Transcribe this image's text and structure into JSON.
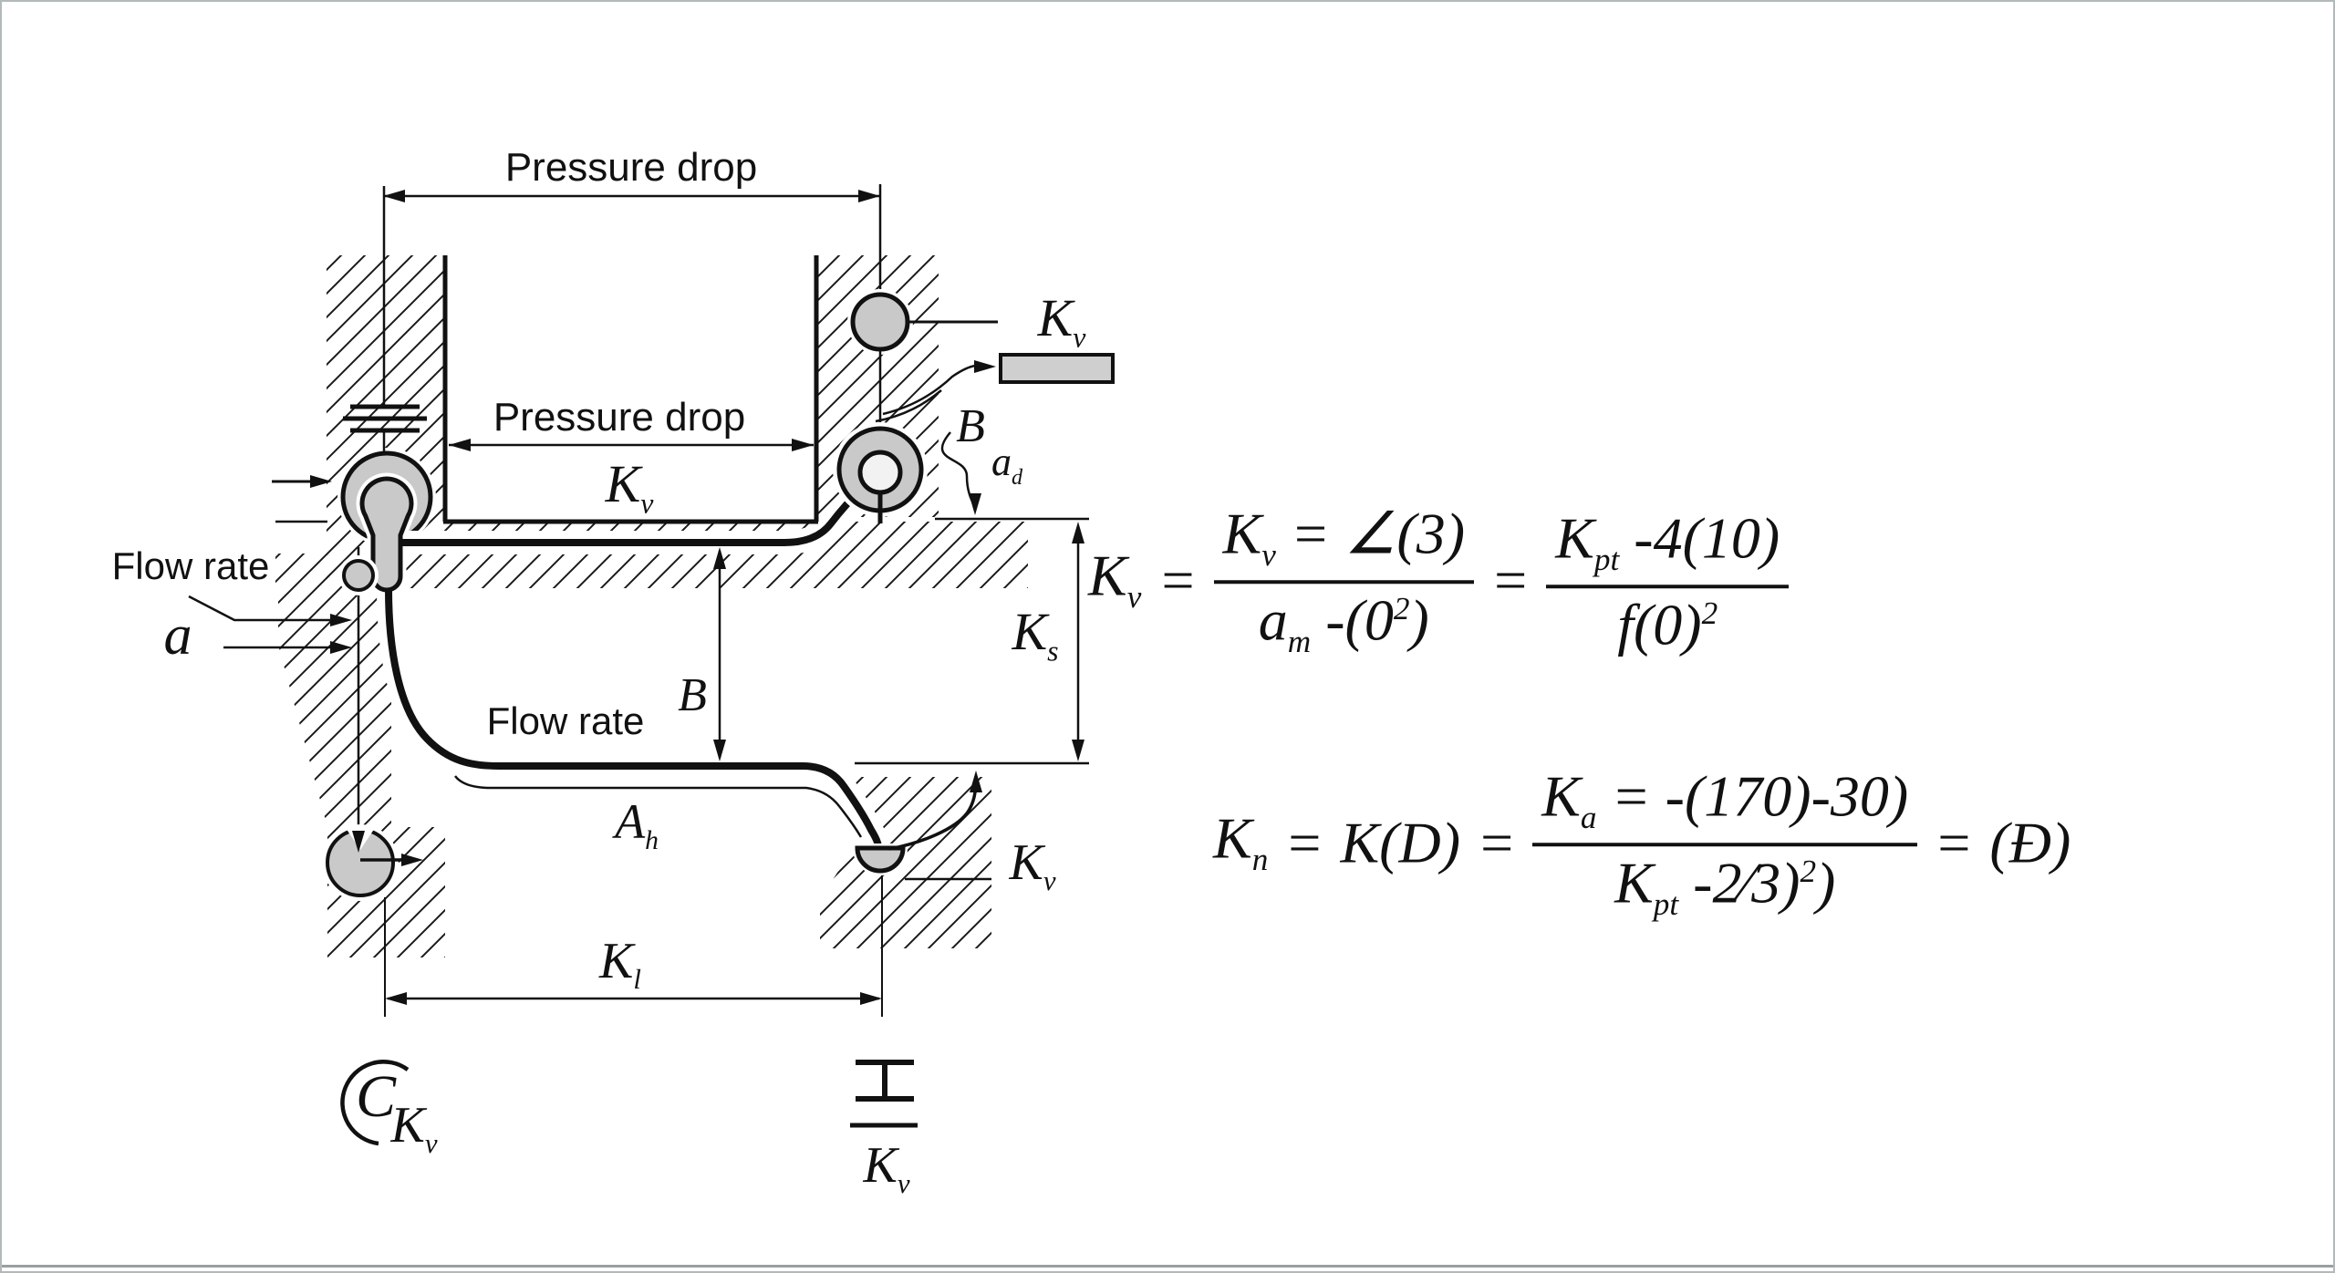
{
  "figure": {
    "type": "valve-cross-section-diagram",
    "colors": {
      "line": "#111111",
      "hatch": "#1a1a1a",
      "gray_fill": "#c9c9c9",
      "light_fill": "#f2f2f2",
      "background": "#ffffff",
      "frame": "#b3b8ba"
    },
    "labels": {
      "pressure_drop_top": "Pressure drop",
      "pressure_drop_mid": "Pressure drop",
      "kv_chamber": "K_v",
      "kv_topright": "K_v",
      "b_seat": "B",
      "ad_seat": "a_d",
      "flow_rate_left": "Flow rate",
      "a_inlet": "a",
      "flow_rate_channel": "Flow rate",
      "b_gap": "B",
      "ah_channel": "A_h",
      "ks_span": "K_s",
      "kv_dome": "K_v",
      "kl_span": "K_l",
      "c_pump": "C",
      "kv_pump": "K_v",
      "kv_outlet": "K_v"
    },
    "formulas": {
      "f1": {
        "lhs": "K_v",
        "eq1": "=",
        "frac1_num": "K_v = ∠(3)",
        "frac1_den": "a_m -(0^2)",
        "eq2": "=",
        "frac2_num": "K_pt -4(10)",
        "frac2_den": "f(0)^2"
      },
      "f2": {
        "lhs": "K_n",
        "eq1": "=",
        "mid": "K(D)",
        "eq2": "=",
        "frac_num": "K_a = -(170)-30)",
        "frac_den": "K_pt -2∕3)^2)",
        "eq3": "=",
        "tail": "(Đ)"
      }
    }
  }
}
